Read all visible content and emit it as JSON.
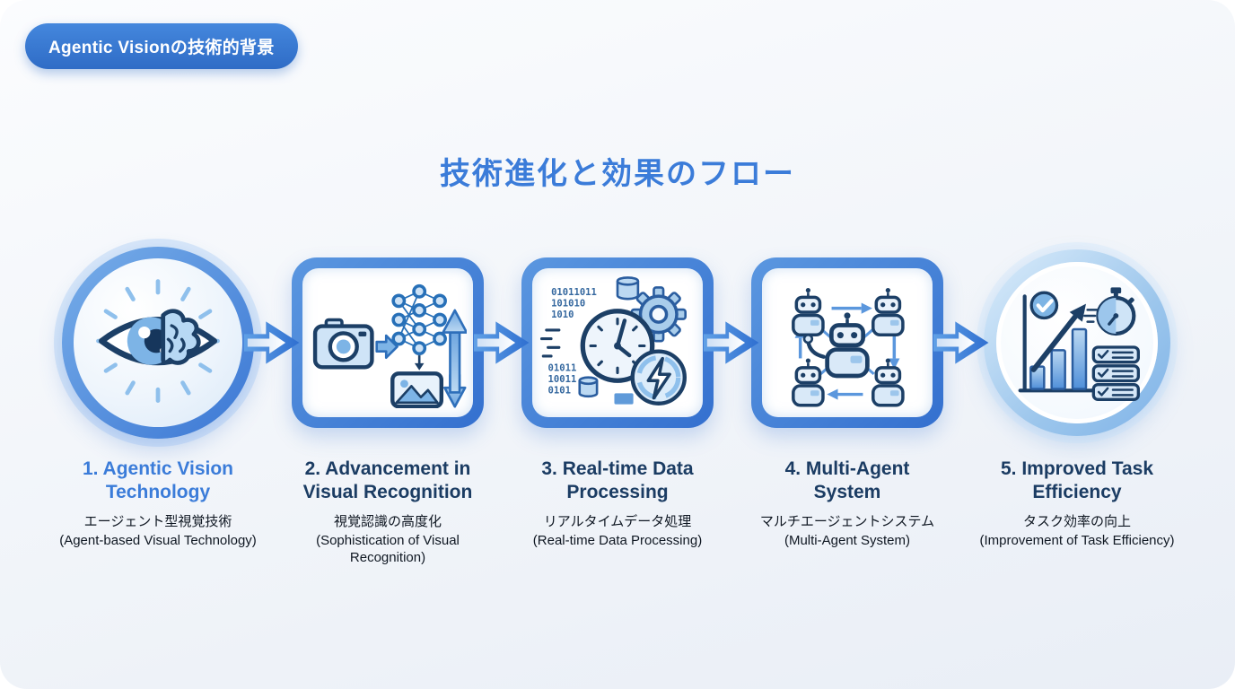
{
  "slide": {
    "badge": "Agentic Visionの技術的背景",
    "title": "技術進化と効果のフロー"
  },
  "colors": {
    "accent_blue": "#3b7cd9",
    "navy_heading": "#1b3c63",
    "node_border_blue": "#3d7cd8",
    "light_ring_blue": "#9cc6ec",
    "background_top": "#fbfcfe",
    "background_bottom": "#e9eef6"
  },
  "arrow_icon": "flow-arrow-right-icon",
  "steps": [
    {
      "heading": "1. Agentic Vision Technology",
      "jp": "エージェント型視覚技術",
      "en": "(Agent-based Visual Technology)",
      "icon": "eye-brain-vision-icon"
    },
    {
      "heading": "2. Advancement in Visual Recognition",
      "jp": "視覚認識の高度化",
      "en": "(Sophistication of Visual Recognition)",
      "icon": "camera-neural-network-image-icon"
    },
    {
      "heading": "3. Real-time Data Processing",
      "jp": "リアルタイムデータ処理",
      "en": "(Real-time Data Processing)",
      "icon": "clock-gear-lightning-icon",
      "binary_top": [
        "01011011",
        "101010",
        "1010"
      ],
      "binary_bottom": [
        "01011",
        "10011",
        "0101"
      ]
    },
    {
      "heading": "4. Multi-Agent System",
      "jp": "マルチエージェントシステム",
      "en": "(Multi-Agent System)",
      "icon": "multi-robot-network-icon"
    },
    {
      "heading": "5. Improved Task Efficiency",
      "jp": "タスク効率の向上",
      "en": "(Improvement of Task Efficiency)",
      "icon": "growth-chart-stopwatch-checklist-icon"
    }
  ]
}
